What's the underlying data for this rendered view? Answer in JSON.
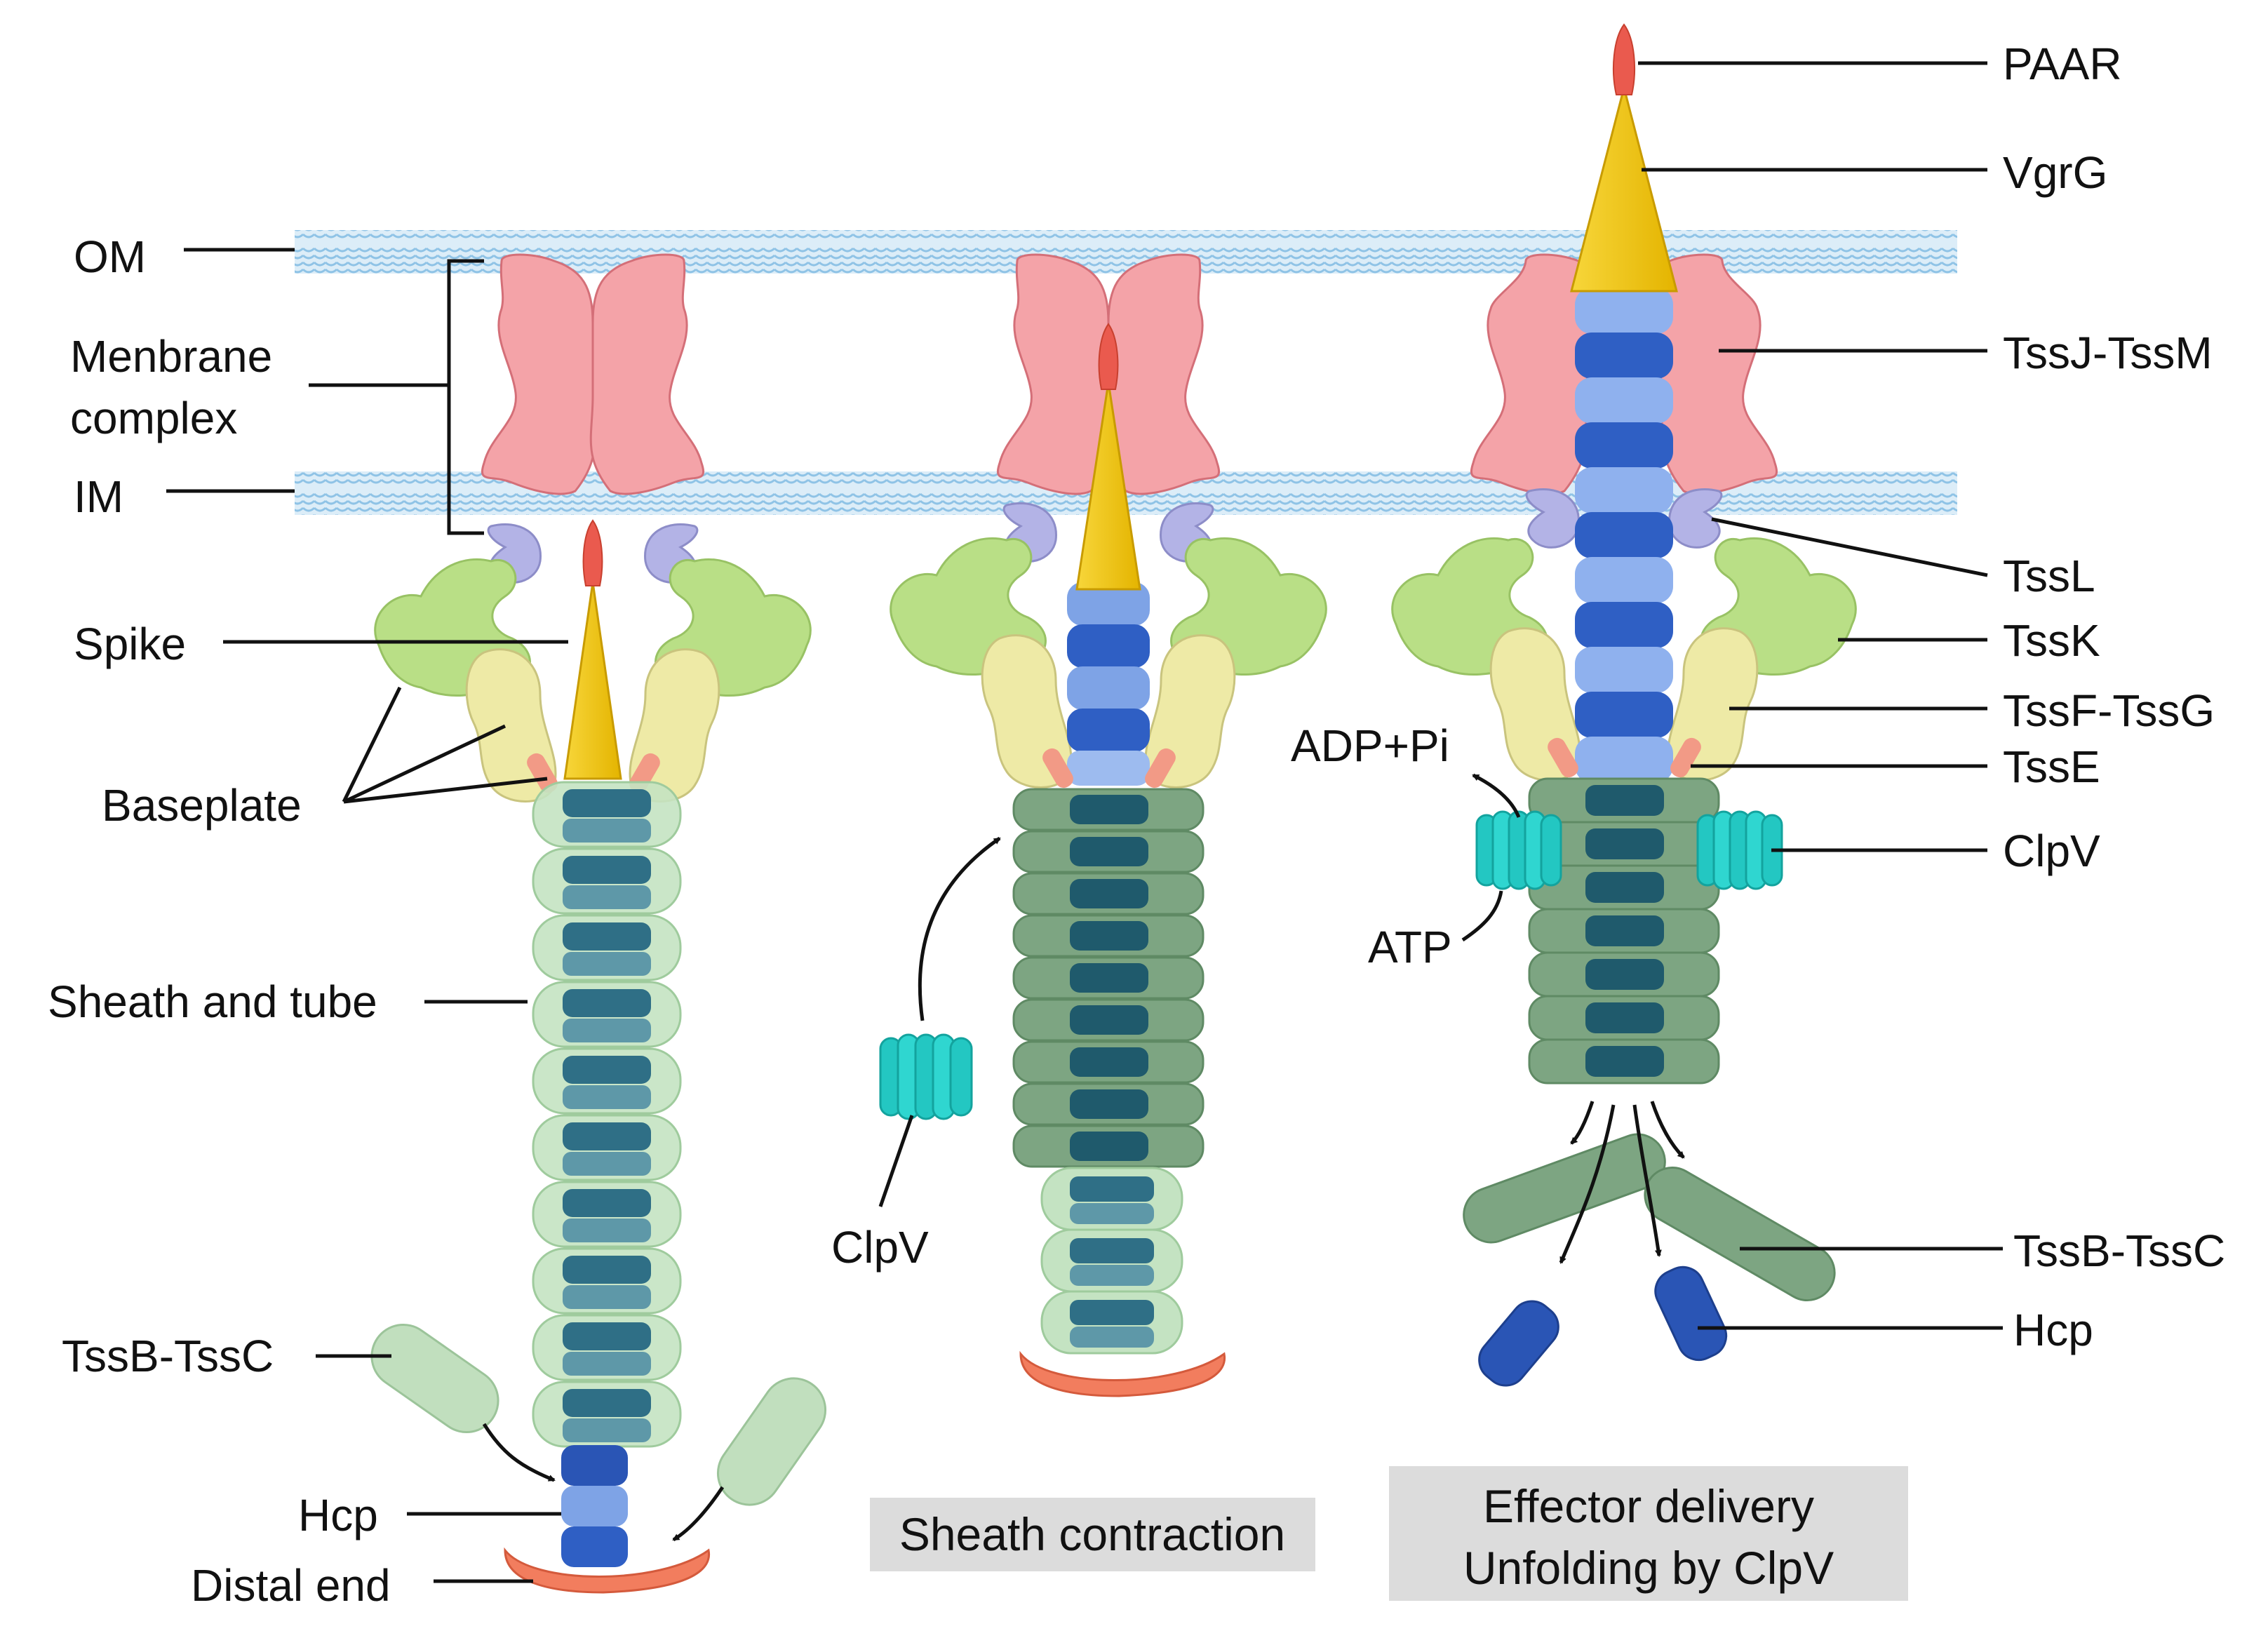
{
  "labels": {
    "om": "OM",
    "membrane_complex_line1": "Menbrane",
    "membrane_complex_line2": "complex",
    "im": "IM",
    "spike": "Spike",
    "baseplate": "Baseplate",
    "sheath_and_tube": "Sheath and tube",
    "tssb_tssc_left": "TssB-TssC",
    "hcp_left": "Hcp",
    "distal_end": "Distal end",
    "clpv_middle": "ClpV",
    "paar": "PAAR",
    "vgrg": "VgrG",
    "tssj_tssm": "TssJ-TssM",
    "tssl": "TssL",
    "tssk": "TssK",
    "tssf_tssg": "TssF-TssG",
    "adp_pi": "ADP+Pi",
    "tsse": "TssE",
    "clpv_right": "ClpV",
    "atp": "ATP",
    "tssb_tssc_right": "TssB-TssC",
    "hcp_right": "Hcp"
  },
  "captions": {
    "sheath_contraction": "Sheath contraction",
    "effector_delivery_line1": "Effector delivery",
    "effector_delivery_line2": "Unfolding by ClpV"
  },
  "colors": {
    "membrane": "#a9d4ee",
    "membrane_complex": "#f4a3a8",
    "tssl": "#b3b3e6",
    "tssk": "#b9df86",
    "tssf_tssg": "#eeeaa6",
    "tsse": "#f29a86",
    "vgrg": "#f2c614",
    "paar": "#ea5a4e",
    "sheath_extended": "#b6dcb6",
    "sheath_contracted": "#6f9a72",
    "tube": "#2f6f86",
    "hcp": "#3a6fd0",
    "clpv": "#23c7c2",
    "distal_cap": "#f27d5e",
    "caption_box": "#dcdcdc"
  }
}
